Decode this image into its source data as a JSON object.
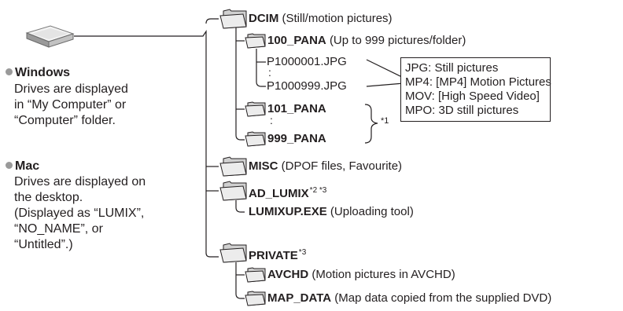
{
  "sidebar": {
    "windows": {
      "title": "Windows",
      "lines": [
        "Drives are displayed",
        "in “My Computer” or",
        "“Computer” folder."
      ]
    },
    "mac": {
      "title": "Mac",
      "lines": [
        "Drives are displayed on",
        "the desktop.",
        "(Displayed as “LUMIX”,",
        "“NO_NAME”, or",
        "“Untitled”.)"
      ]
    }
  },
  "tree": {
    "dcim": {
      "name": "DCIM",
      "desc": "(Still/motion pictures)"
    },
    "pana100": {
      "name": "100_PANA",
      "desc": "(Up to 999 pictures/folder)"
    },
    "file_first": "P1000001.JPG",
    "file_last": "P1000999.JPG",
    "vdots": ":",
    "pana101": {
      "name": "101_PANA"
    },
    "pana999": {
      "name": "999_PANA"
    },
    "note1": "*1",
    "misc": {
      "name": "MISC",
      "desc": "(DPOF files, Favourite)"
    },
    "ad_lumix": {
      "name": "AD_LUMIX",
      "note": "*2 *3"
    },
    "lumixup": {
      "name": "LUMIXUP.EXE",
      "desc": "(Uploading tool)"
    },
    "private": {
      "name": "PRIVATE",
      "note": "*3"
    },
    "avchd": {
      "name": "AVCHD",
      "desc": "(Motion pictures in AVCHD)"
    },
    "map_data": {
      "name": "MAP_DATA",
      "desc": "(Map data copied from the supplied DVD)"
    }
  },
  "legend": {
    "items": [
      "JPG: Still pictures",
      "MP4: [MP4] Motion Pictures",
      "MOV: [High Speed Video]",
      "MPO: 3D still pictures"
    ]
  }
}
